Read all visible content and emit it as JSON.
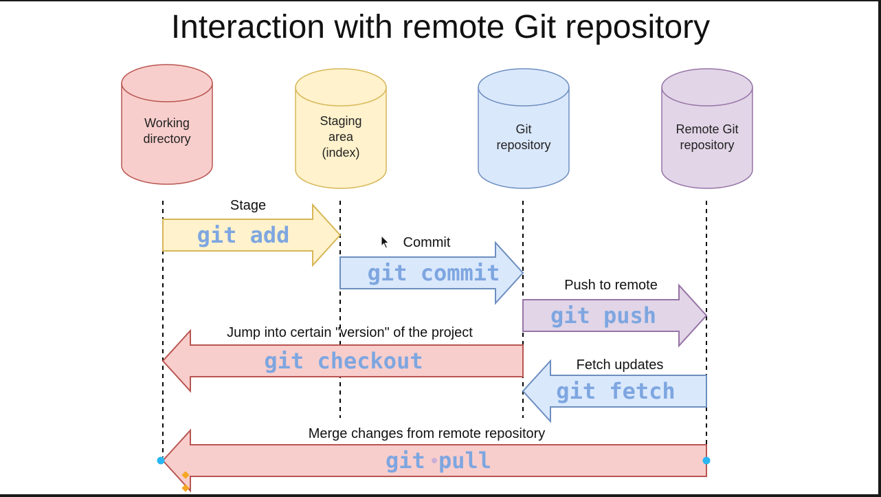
{
  "title": "Interaction with remote Git repository",
  "stores": [
    {
      "id": "working",
      "lines": [
        "Working",
        "directory"
      ],
      "fill": "#f8cecc",
      "stroke": "#b85450"
    },
    {
      "id": "staging",
      "lines": [
        "Staging",
        "area",
        "(index)"
      ],
      "fill": "#fff2cc",
      "stroke": "#d6b656"
    },
    {
      "id": "git",
      "lines": [
        "Git",
        "repository"
      ],
      "fill": "#dae8fc",
      "stroke": "#6c8ebf"
    },
    {
      "id": "remote",
      "lines": [
        "Remote Git",
        "repository"
      ],
      "fill": "#e1d5e7",
      "stroke": "#9673a6"
    }
  ],
  "operations": [
    {
      "id": "add",
      "label": "Stage",
      "command": "git add",
      "from": "working",
      "to": "staging",
      "fill": "#fff2cc",
      "stroke": "#d6b656",
      "text_color": "#7ea6e0"
    },
    {
      "id": "commit",
      "label": "Commit",
      "command": "git commit",
      "from": "staging",
      "to": "git",
      "fill": "#dae8fc",
      "stroke": "#6c8ebf",
      "text_color": "#7ea6e0"
    },
    {
      "id": "push",
      "label": "Push to remote",
      "command": "git push",
      "from": "git",
      "to": "remote",
      "fill": "#e1d5e7",
      "stroke": "#9673a6",
      "text_color": "#7ea6e0"
    },
    {
      "id": "checkout",
      "label": "Jump into certain \"version\" of the project",
      "command": "git checkout",
      "from": "git",
      "to": "working",
      "fill": "#f8cecc",
      "stroke": "#b85450",
      "text_color": "#7ea6e0"
    },
    {
      "id": "fetch",
      "label": "Fetch updates",
      "command": "git fetch",
      "from": "remote",
      "to": "git",
      "fill": "#dae8fc",
      "stroke": "#6c8ebf",
      "text_color": "#7ea6e0"
    },
    {
      "id": "pull",
      "label": "Merge changes from remote repository",
      "command": "git pull",
      "from": "remote",
      "to": "working",
      "fill": "#f8cecc",
      "stroke": "#b85450",
      "text_color": "#7ea6e0"
    }
  ]
}
